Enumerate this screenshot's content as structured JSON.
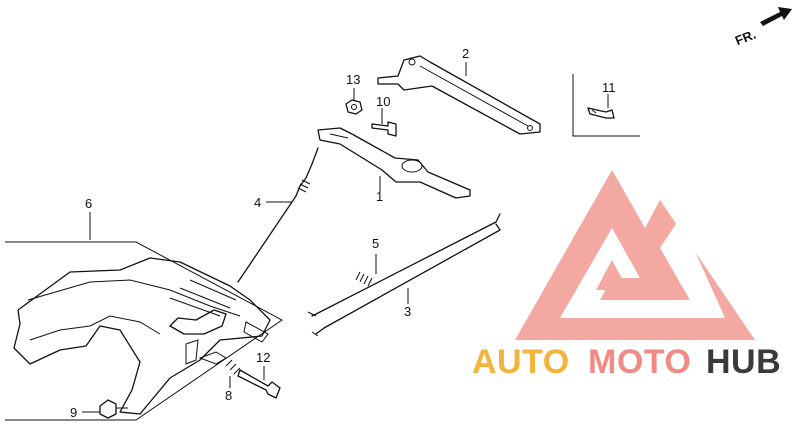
{
  "direction_label": "FR.",
  "callouts": [
    "1",
    "2",
    "3",
    "4",
    "5",
    "6",
    "8",
    "9",
    "10",
    "11",
    "12",
    "13"
  ],
  "watermark": {
    "brand_part1": "AUTO",
    "brand_part2": "MOTO",
    "brand_part3": "HUB",
    "color_primary": "#f08a84",
    "color_accent": "#f4b33a",
    "color_dark": "#3a3a3a"
  }
}
